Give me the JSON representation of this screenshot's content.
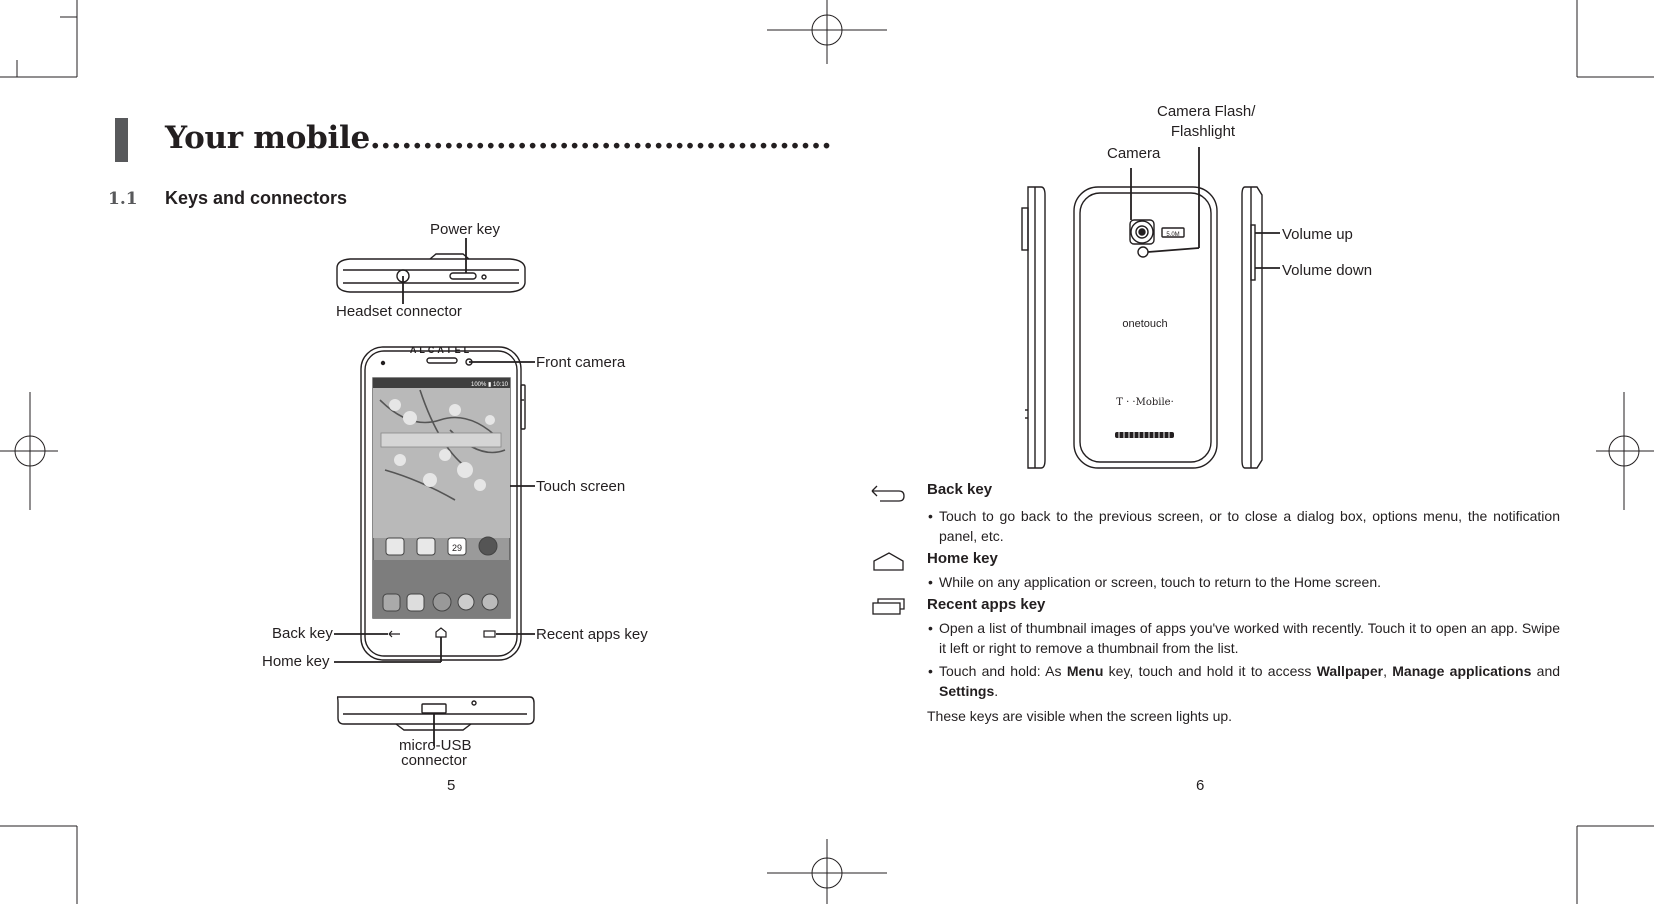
{
  "left_page": {
    "chapter_title": "Your mobile",
    "chapter_leader": "............................................",
    "section_number": "1.1",
    "section_title": "Keys and connectors",
    "labels": {
      "power_key": "Power key",
      "headset_connector": "Headset connector",
      "front_camera": "Front camera",
      "touch_screen": "Touch screen",
      "back_key": "Back key",
      "home_key": "Home key",
      "recent_apps_key": "Recent apps key",
      "micro_usb_line1": "micro-USB",
      "micro_usb_line2": "connector"
    },
    "phone_brand": "ALCATEL",
    "status_bar": "100% ▮ 10:10",
    "calendar_day": "29",
    "page_number": "5"
  },
  "right_page": {
    "labels": {
      "camera_flash_line1": "Camera Flash/",
      "camera_flash_line2": "Flashlight",
      "camera": "Camera",
      "volume_up": "Volume up",
      "volume_down": "Volume down"
    },
    "back_logo": "onetouch",
    "carrier_logo": "T · ·Mobile·",
    "camera_mp": "5.0M",
    "keys": [
      {
        "icon": "back-arrow-icon",
        "title": "Back key",
        "bullets": [
          "Touch to go back to the previous screen, or to close a dialog box, options menu, the notification panel, etc."
        ]
      },
      {
        "icon": "home-key-icon",
        "title": "Home key",
        "bullets": [
          "While on any application or screen,  touch to return to the Home screen."
        ]
      },
      {
        "icon": "recent-apps-icon",
        "title": "Recent apps key",
        "bullets": [
          "Open a list of thumbnail images of apps you've worked with recently. Touch it to open an app. Swipe it left or right to remove a thumbnail from the list."
        ]
      }
    ],
    "hold_bullet": {
      "prefix": "Touch and hold: As",
      "menu": "Menu",
      "middle": "key, touch and hold it to access",
      "wallpaper": "Wallpaper",
      "comma": ",",
      "manage_apps": "Manage applications",
      "and": "and",
      "settings": "Settings",
      "period": "."
    },
    "note": "These keys are visible when the screen lights up.",
    "page_number": "6"
  },
  "colors": {
    "text": "#231f20",
    "accent_bar": "#58595b"
  }
}
